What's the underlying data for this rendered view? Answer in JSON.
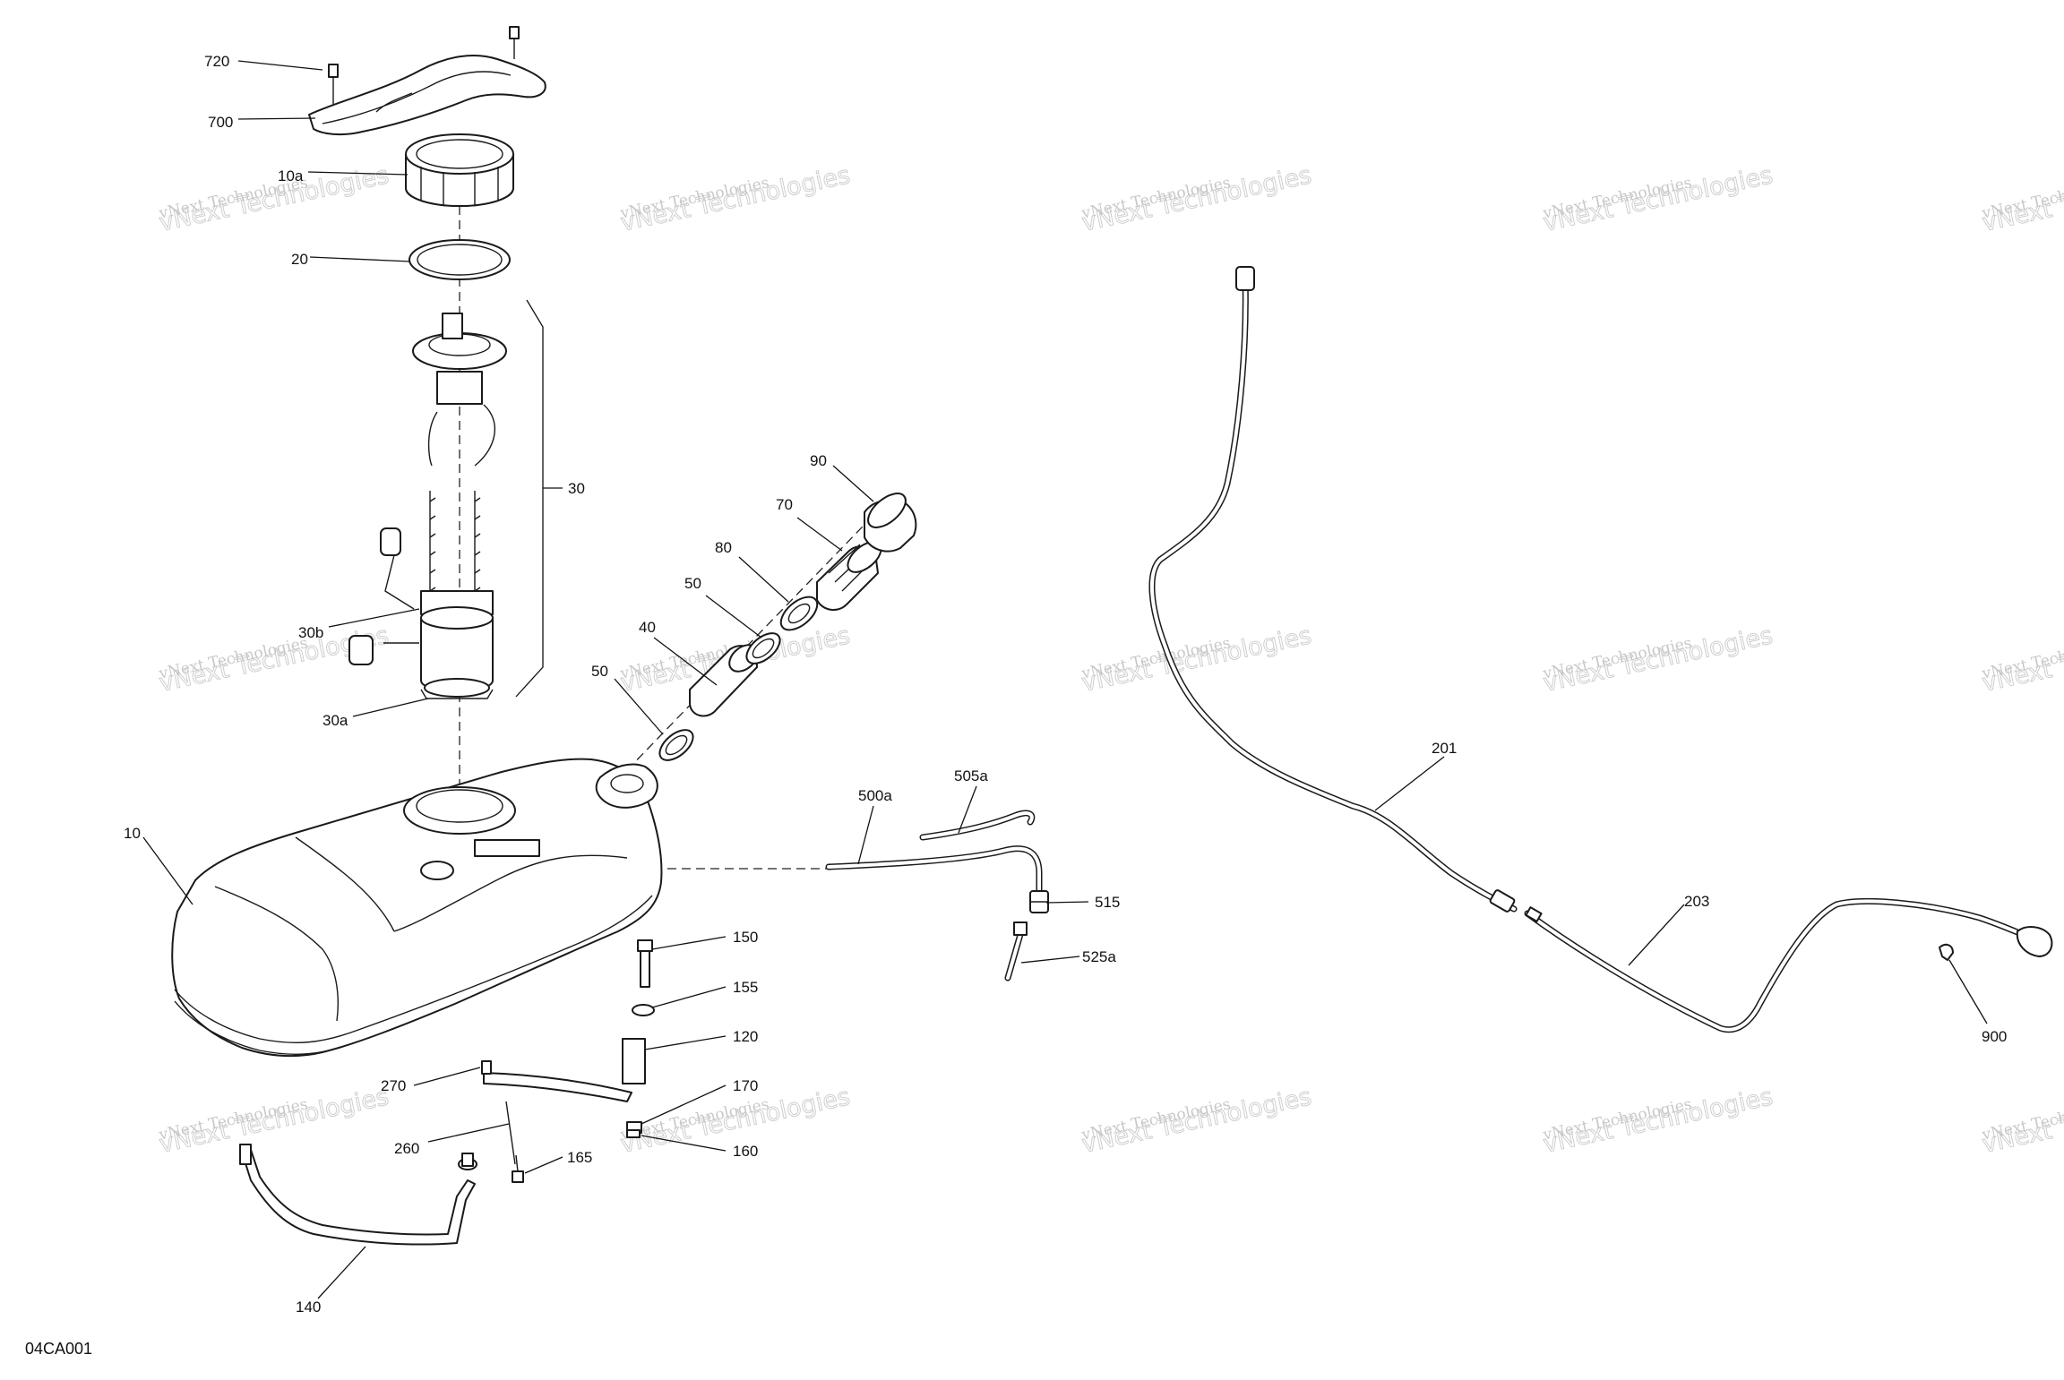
{
  "diagram": {
    "drawing_code": "04CA001",
    "watermark": {
      "line1": "vNext Technologies",
      "line2": "vNext Technologies"
    },
    "callouts": [
      {
        "id": "c720",
        "text": "720"
      },
      {
        "id": "c700",
        "text": "700"
      },
      {
        "id": "c10a",
        "text": "10a"
      },
      {
        "id": "c20",
        "text": "20"
      },
      {
        "id": "c30",
        "text": "30"
      },
      {
        "id": "c30b",
        "text": "30b"
      },
      {
        "id": "c30a",
        "text": "30a"
      },
      {
        "id": "c90",
        "text": "90"
      },
      {
        "id": "c70",
        "text": "70"
      },
      {
        "id": "c80",
        "text": "80"
      },
      {
        "id": "c50a",
        "text": "50"
      },
      {
        "id": "c40",
        "text": "40"
      },
      {
        "id": "c50b",
        "text": "50"
      },
      {
        "id": "c10",
        "text": "10"
      },
      {
        "id": "c500a",
        "text": "500a"
      },
      {
        "id": "c505a",
        "text": "505a"
      },
      {
        "id": "c515",
        "text": "515"
      },
      {
        "id": "c525a",
        "text": "525a"
      },
      {
        "id": "c150",
        "text": "150"
      },
      {
        "id": "c155",
        "text": "155"
      },
      {
        "id": "c120",
        "text": "120"
      },
      {
        "id": "c270",
        "text": "270"
      },
      {
        "id": "c170",
        "text": "170"
      },
      {
        "id": "c260",
        "text": "260"
      },
      {
        "id": "c160",
        "text": "160"
      },
      {
        "id": "c165",
        "text": "165"
      },
      {
        "id": "c140",
        "text": "140"
      },
      {
        "id": "c201",
        "text": "201"
      },
      {
        "id": "c203",
        "text": "203"
      },
      {
        "id": "c900",
        "text": "900"
      }
    ]
  }
}
